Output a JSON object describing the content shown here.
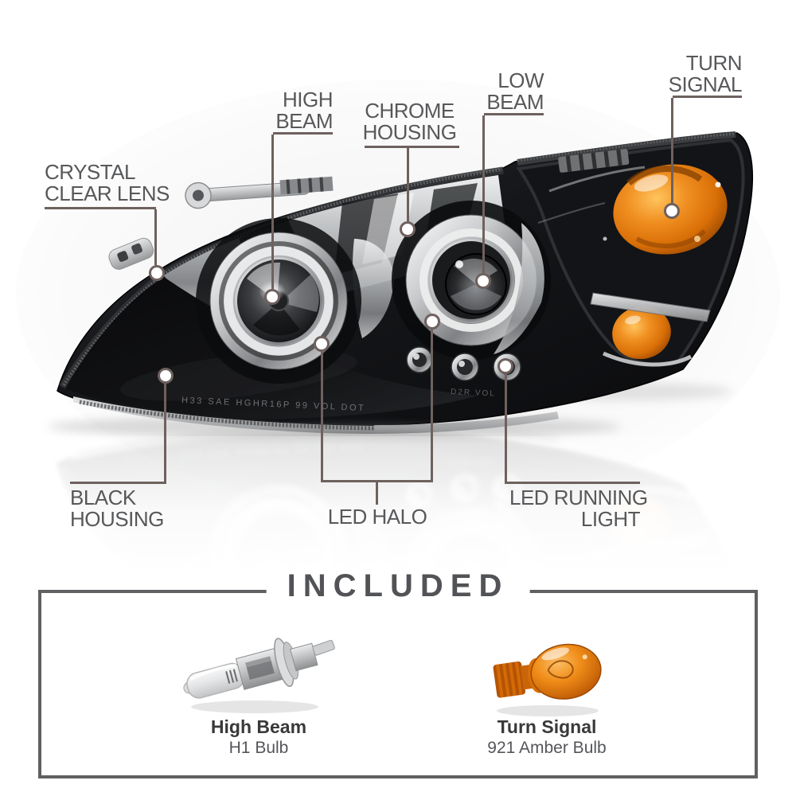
{
  "colors": {
    "label_text": "#57585a",
    "callout_line": "#6e615e",
    "box_border": "#5f6062",
    "amber": "#e8820f",
    "title_text": "#525356"
  },
  "callouts": [
    {
      "id": "crystal-clear-lens",
      "lines": [
        "CRYSTAL",
        "CLEAR LENS"
      ]
    },
    {
      "id": "high-beam",
      "lines": [
        "HIGH",
        "BEAM"
      ]
    },
    {
      "id": "chrome-housing",
      "lines": [
        "CHROME",
        "HOUSING"
      ]
    },
    {
      "id": "low-beam",
      "lines": [
        "LOW",
        "BEAM"
      ]
    },
    {
      "id": "turn-signal",
      "lines": [
        "TURN",
        "SIGNAL"
      ]
    },
    {
      "id": "black-housing",
      "lines": [
        "BLACK",
        "HOUSING"
      ]
    },
    {
      "id": "led-halo",
      "lines": [
        "LED HALO"
      ]
    },
    {
      "id": "led-running-light",
      "lines": [
        "LED RUNNING",
        "LIGHT"
      ]
    }
  ],
  "lens_markings": {
    "primary": "H33 SAE HGHR16P 99 VOL DOT",
    "secondary": "D2R VOL"
  },
  "included": {
    "title": "INCLUDED",
    "items": [
      {
        "name": "High Beam",
        "bulb": "H1 Bulb"
      },
      {
        "name": "Turn Signal",
        "bulb": "921 Amber Bulb"
      }
    ]
  }
}
